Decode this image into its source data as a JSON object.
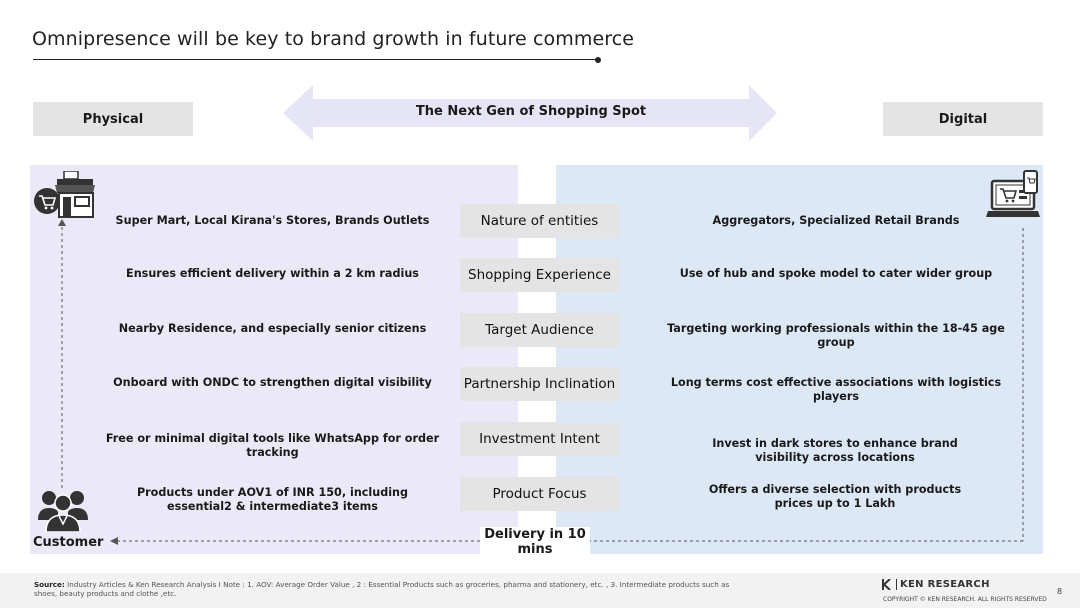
{
  "title": "Omnipresence will be key to brand growth in future commerce",
  "header": {
    "left_label": "Physical",
    "center_label": "The Next Gen of Shopping Spot",
    "right_label": "Digital"
  },
  "rows": [
    {
      "physical": "Super Mart, Local Kirana's Stores, Brands Outlets",
      "attribute": "Nature of entities",
      "digital": "Aggregators, Specialized Retail Brands"
    },
    {
      "physical": "Ensures efficient delivery within a 2 km radius",
      "attribute": "Shopping Experience",
      "digital": "Use of hub and spoke model to cater wider group"
    },
    {
      "physical": "Nearby Residence, and especially senior citizens",
      "attribute": "Target Audience",
      "digital": "Targeting working professionals within the 18-45 age group"
    },
    {
      "physical": "Onboard with ONDC to strengthen digital visibility",
      "attribute": "Partnership Inclination",
      "digital": "Long terms cost effective associations with logistics players"
    },
    {
      "physical": "Free or minimal digital tools like WhatsApp for order tracking",
      "attribute": "Investment Intent",
      "digital": "Invest in dark stores to enhance brand visibility across locations"
    },
    {
      "physical": "Products under AOV1 of INR 150, including essential2 & intermediate3 items",
      "attribute": "Product Focus",
      "digital": "Offers a diverse selection with products prices up to 1 Lakh"
    }
  ],
  "delivery_label": "Delivery in 10 mins",
  "customer_label": "Customer",
  "icons": {
    "physical": "store-icon",
    "digital": "computer-shopping-icon",
    "customer": "people-icon"
  },
  "footer": {
    "source_label": "Source:",
    "source_text": " Industry Articles & Ken Research Analysis I Note : 1. AOV: Average Order Value , 2 : Essential Products such as groceries, pharma and stationery, etc. , 3. Intermediate products such as shoes, beauty products and clothe ,etc.",
    "logo_text": "KEN RESEARCH",
    "copyright": "COPYRIGHT © KEN RESEARCH. ALL RIGHTS RESERVED",
    "page_number": "8"
  },
  "colors": {
    "physical_panel": "#ebe9f7",
    "digital_panel": "#dde8f7",
    "arrow": "#e6e5f6",
    "label_box": "#e4e4e4"
  }
}
